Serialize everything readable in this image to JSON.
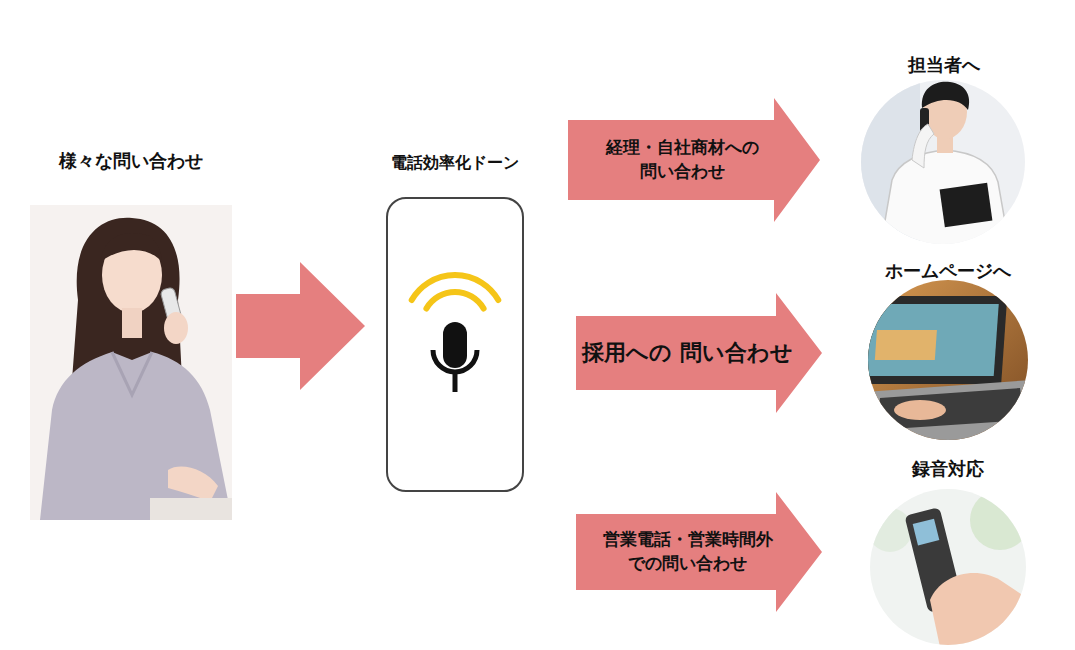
{
  "diagram": {
    "nodes": [
      {
        "text": [
          "様々な問い合わせ"
        ]
      },
      {
        "text": [
          "電話効率化ドーン"
        ]
      },
      {
        "text": [
          "担当者へ"
        ]
      },
      {
        "text": [
          "ホームページへ"
        ]
      },
      {
        "text": [
          "録音対応"
        ]
      }
    ],
    "edges": [
      {
        "from": 0,
        "to": 1,
        "arrow": "to"
      },
      {
        "from": 1,
        "to": 2,
        "label": "経理・自社商材への 問い合わせ",
        "arrow": "to"
      },
      {
        "from": 1,
        "to": 3,
        "label": "採用への 問い合わせ",
        "arrow": "to"
      },
      {
        "from": 1,
        "to": 4,
        "label": "営業電話・営業時間外 での問い合わせ",
        "arrow": "to"
      }
    ]
  }
}
